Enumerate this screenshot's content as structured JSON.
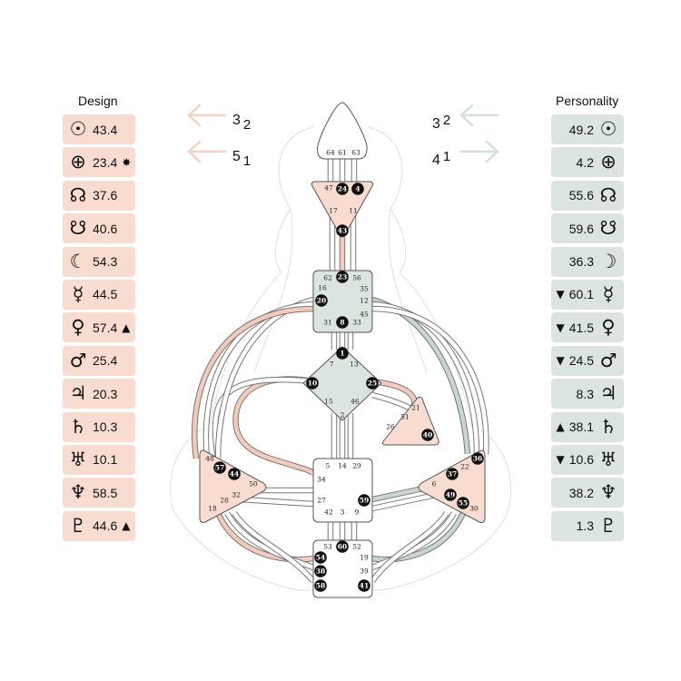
{
  "design": {
    "title": "Design",
    "rows": [
      {
        "symbol": "☉",
        "icon": "sun-icon",
        "value": "43.4",
        "mark": ""
      },
      {
        "symbol": "⊕",
        "icon": "earth-icon",
        "value": "23.4",
        "mark": "✸"
      },
      {
        "symbol": "☊",
        "icon": "north-node-icon",
        "value": "37.6",
        "mark": ""
      },
      {
        "symbol": "☋",
        "icon": "south-node-icon",
        "value": "40.6",
        "mark": ""
      },
      {
        "symbol": "☾",
        "icon": "moon-icon",
        "value": "54.3",
        "mark": ""
      },
      {
        "symbol": "☿",
        "icon": "mercury-icon",
        "value": "44.5",
        "mark": ""
      },
      {
        "symbol": "♀",
        "icon": "venus-icon",
        "value": "57.4",
        "mark": "▲"
      },
      {
        "symbol": "♂",
        "icon": "mars-icon",
        "value": "25.4",
        "mark": ""
      },
      {
        "symbol": "♃",
        "icon": "jupiter-icon",
        "value": "20.3",
        "mark": ""
      },
      {
        "symbol": "♄",
        "icon": "saturn-icon",
        "value": "10.3",
        "mark": ""
      },
      {
        "symbol": "♅",
        "icon": "uranus-icon",
        "value": "10.1",
        "mark": ""
      },
      {
        "symbol": "♆",
        "icon": "neptune-icon",
        "value": "58.5",
        "mark": ""
      },
      {
        "symbol": "♇",
        "icon": "pluto-icon",
        "value": "44.6",
        "mark": "▲"
      }
    ]
  },
  "personality": {
    "title": "Personality",
    "rows": [
      {
        "symbol": "☉",
        "icon": "sun-icon",
        "value": "49.2",
        "mark": ""
      },
      {
        "symbol": "⊕",
        "icon": "earth-icon",
        "value": "4.2",
        "mark": ""
      },
      {
        "symbol": "☊",
        "icon": "north-node-icon",
        "value": "55.6",
        "mark": ""
      },
      {
        "symbol": "☋",
        "icon": "south-node-icon",
        "value": "59.6",
        "mark": ""
      },
      {
        "symbol": "☽",
        "icon": "moon-icon",
        "value": "36.3",
        "mark": ""
      },
      {
        "symbol": "☿",
        "icon": "mercury-icon",
        "value": "60.1",
        "mark": "▼"
      },
      {
        "symbol": "♀",
        "icon": "venus-icon",
        "value": "41.5",
        "mark": "▼"
      },
      {
        "symbol": "♂",
        "icon": "mars-icon",
        "value": "24.5",
        "mark": "▼"
      },
      {
        "symbol": "♃",
        "icon": "jupiter-icon",
        "value": "8.3",
        "mark": ""
      },
      {
        "symbol": "♄",
        "icon": "saturn-icon",
        "value": "38.1",
        "mark": "▲"
      },
      {
        "symbol": "♅",
        "icon": "uranus-icon",
        "value": "10.6",
        "mark": "▼"
      },
      {
        "symbol": "♆",
        "icon": "neptune-icon",
        "value": "38.2",
        "mark": ""
      },
      {
        "symbol": "♇",
        "icon": "pluto-icon",
        "value": "1.3",
        "mark": ""
      }
    ]
  },
  "arrows": {
    "design_top": {
      "main": "3",
      "minor": "2"
    },
    "design_bottom": {
      "main": "5",
      "minor": "1"
    },
    "personality_top": {
      "main": "3",
      "minor": "2"
    },
    "personality_bottom": {
      "main": "4",
      "minor": "1"
    }
  },
  "colors": {
    "design": "#f8dcd0",
    "personality": "#dbe4df",
    "defined_center": "#dbe4df",
    "design_channel": "#f4cbbb",
    "personality_channel": "#c7d6ce"
  },
  "centers": {
    "head": {
      "gates": [
        "64",
        "61",
        "63"
      ],
      "active": []
    },
    "ajna": {
      "gates": [
        "47",
        "24",
        "4",
        "17",
        "11",
        "43"
      ],
      "active": [
        "24",
        "4",
        "43"
      ]
    },
    "throat": {
      "gates": [
        "62",
        "23",
        "56",
        "16",
        "35",
        "20",
        "12",
        "45",
        "31",
        "8",
        "33"
      ],
      "active": [
        "23",
        "20",
        "8"
      ]
    },
    "g": {
      "gates": [
        "1",
        "7",
        "13",
        "10",
        "25",
        "15",
        "46",
        "2"
      ],
      "active": [
        "1",
        "10",
        "25"
      ]
    },
    "heart": {
      "gates": [
        "21",
        "51",
        "26",
        "40"
      ],
      "active": [
        "40"
      ]
    },
    "spleen": {
      "gates": [
        "48",
        "57",
        "44",
        "50",
        "28",
        "32",
        "18"
      ],
      "active": [
        "57",
        "44"
      ]
    },
    "sacral": {
      "gates": [
        "5",
        "14",
        "29",
        "34",
        "27",
        "59",
        "42",
        "3",
        "9"
      ],
      "active": [
        "59"
      ]
    },
    "solar_plexus": {
      "gates": [
        "36",
        "22",
        "37",
        "6",
        "49",
        "55",
        "30"
      ],
      "active": [
        "36",
        "37",
        "49",
        "55"
      ]
    },
    "root": {
      "gates": [
        "53",
        "60",
        "52",
        "19",
        "54",
        "39",
        "38",
        "58",
        "41"
      ],
      "active": [
        "60",
        "54",
        "38",
        "58",
        "41"
      ]
    }
  }
}
